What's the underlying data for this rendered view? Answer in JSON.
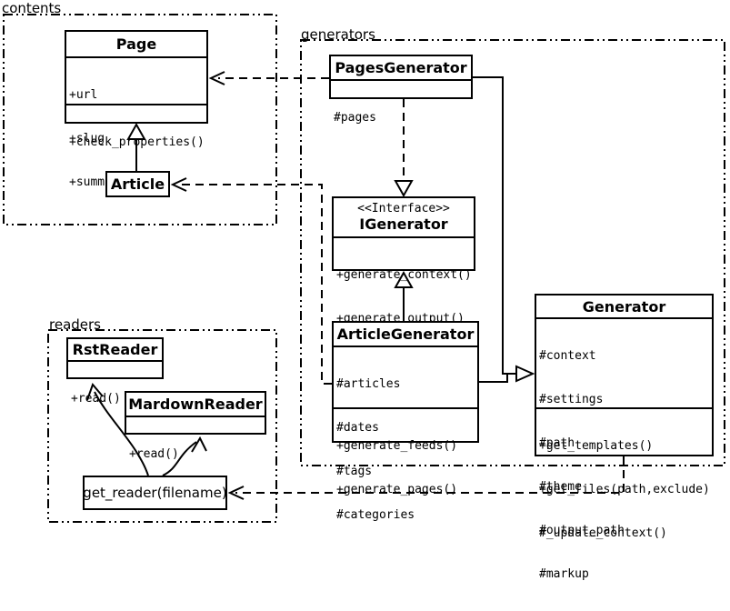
{
  "packages": {
    "contents": {
      "label": "contents"
    },
    "generators": {
      "label": "generators"
    },
    "readers": {
      "label": "readers"
    }
  },
  "classes": {
    "page": {
      "name": "Page",
      "attributes": [
        "+url",
        "+slug",
        "+summary"
      ],
      "methods": [
        "+check_properties()"
      ]
    },
    "article": {
      "name": "Article"
    },
    "pages_generator": {
      "name": "PagesGenerator",
      "attributes": [
        "#pages"
      ]
    },
    "igenerator": {
      "stereotype": "<<Interface>>",
      "name": "IGenerator",
      "methods": [
        "+generate_context()",
        "+generate_output()"
      ]
    },
    "article_generator": {
      "name": "ArticleGenerator",
      "attributes": [
        "#articles",
        "#dates",
        "#tags",
        "#categories"
      ],
      "methods": [
        "+generate_feeds()",
        "+generate_pages()"
      ]
    },
    "generator": {
      "name": "Generator",
      "attributes": [
        "#context",
        "#settings",
        "#path",
        "#theme",
        "#output_path",
        "#markup"
      ],
      "methods": [
        "+get_templates()",
        "+get_files(path,exclude)",
        "#_update_context()"
      ]
    },
    "rst_reader": {
      "name": "RstReader",
      "methods": [
        "+read()"
      ]
    },
    "mardown_reader": {
      "name": "MardownReader",
      "methods": [
        "+read()"
      ]
    },
    "get_reader": {
      "label": "get_reader(filename)"
    }
  },
  "relations": [
    {
      "from": "Article",
      "to": "Page",
      "type": "inheritance-solid-hollow-triangle"
    },
    {
      "from": "ArticleGenerator",
      "to": "IGenerator",
      "type": "inheritance-solid-hollow-triangle"
    },
    {
      "from": "PagesGenerator",
      "to": "IGenerator",
      "type": "realization-dashed-hollow-triangle"
    },
    {
      "from": "PagesGenerator",
      "to": "Generator",
      "type": "inheritance-solid-hollow-triangle"
    },
    {
      "from": "ArticleGenerator",
      "to": "Generator",
      "type": "inheritance-solid-hollow-triangle"
    },
    {
      "from": "PagesGenerator",
      "to": "Page",
      "type": "dependency-dashed-open-arrow"
    },
    {
      "from": "ArticleGenerator",
      "to": "Article",
      "type": "dependency-dashed-open-arrow"
    },
    {
      "from": "Generator",
      "to": "get_reader(filename)",
      "type": "dependency-dashed-open-arrow"
    },
    {
      "from": "get_reader(filename)",
      "to": "RstReader",
      "type": "curved-open-arrow"
    },
    {
      "from": "get_reader(filename)",
      "to": "MardownReader",
      "type": "curved-open-arrow"
    }
  ],
  "colors": {
    "line": "#000000",
    "background": "#ffffff"
  }
}
